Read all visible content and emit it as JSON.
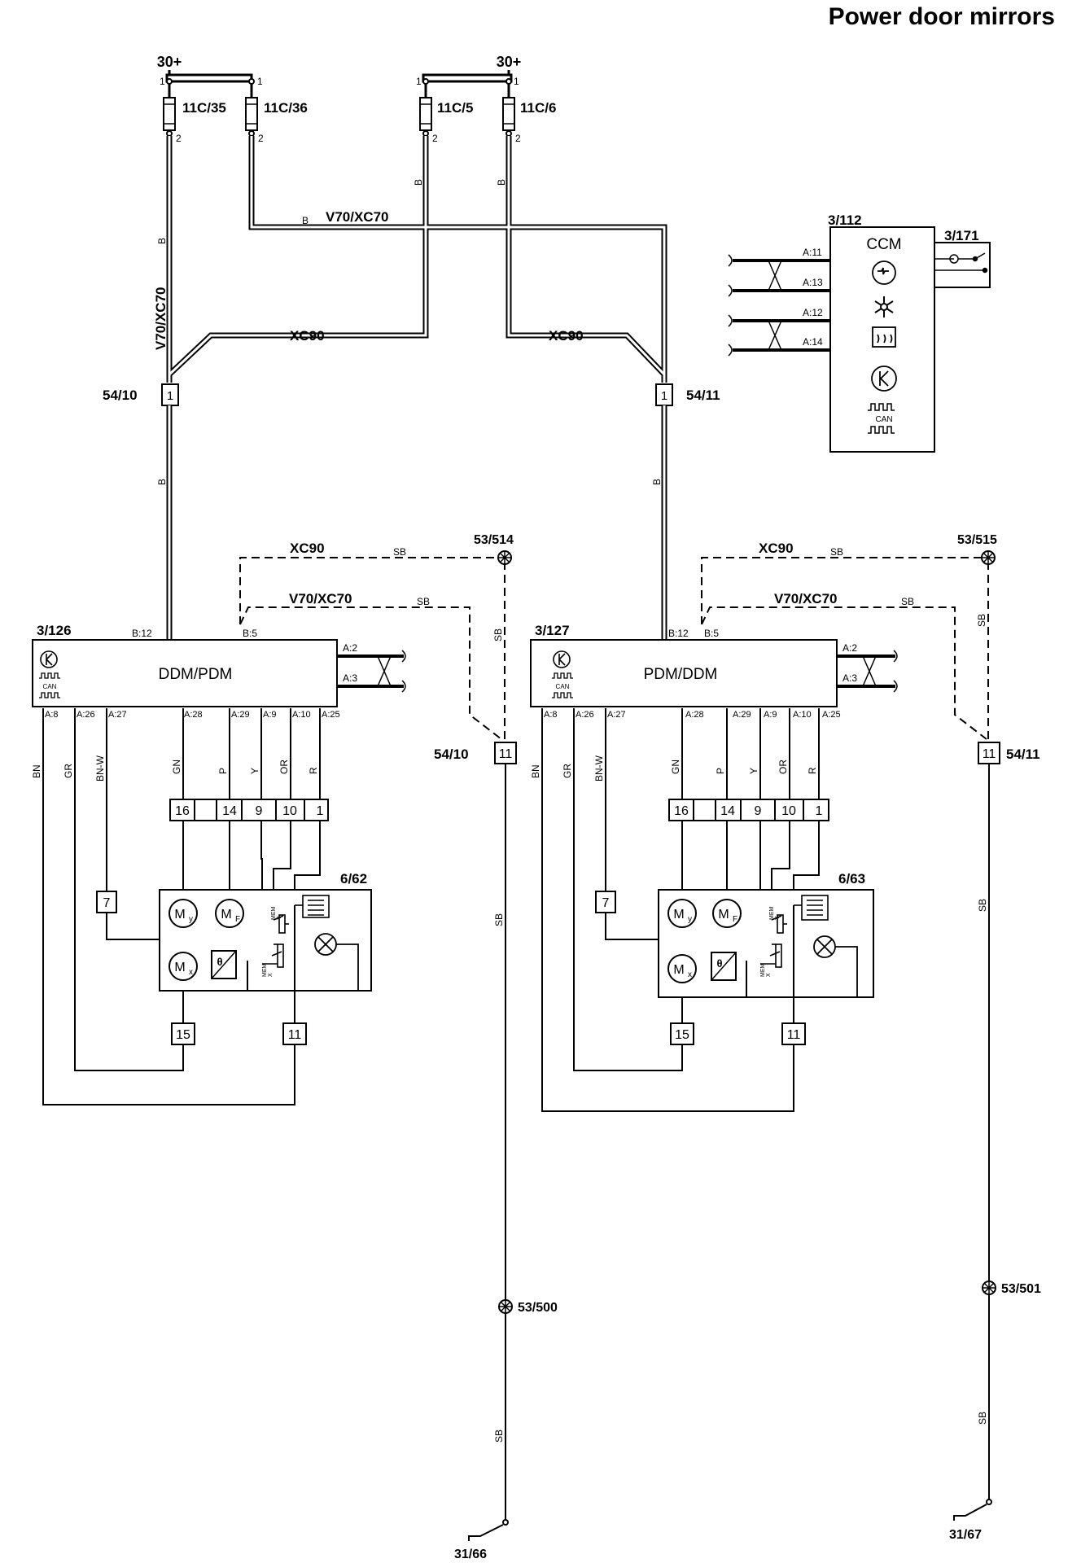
{
  "title": "Power door mirrors",
  "supply": {
    "left": "30+",
    "right": "30+"
  },
  "fuses": [
    {
      "id": "11C/35",
      "pin_top": "1",
      "pin_bottom": "2"
    },
    {
      "id": "11C/36",
      "pin_top": "1",
      "pin_bottom": "2"
    },
    {
      "id": "11C/5",
      "pin_top": "1",
      "pin_bottom": "2"
    },
    {
      "id": "11C/6",
      "pin_top": "1",
      "pin_bottom": "2"
    }
  ],
  "variants": {
    "v70_xc70": "V70/XC70",
    "xc90": "XC90"
  },
  "wire_colors": {
    "b": "B",
    "sb": "SB",
    "bn": "BN",
    "gr": "GR",
    "bnw": "BN-W",
    "gn": "GN",
    "p": "P",
    "y": "Y",
    "or": "OR",
    "r": "R"
  },
  "connectors": {
    "c5410": {
      "id": "54/10",
      "pin": "1",
      "pin2": "11"
    },
    "c5411": {
      "id": "54/11",
      "pin": "1",
      "pin2": "11"
    }
  },
  "ccm": {
    "ref": "3/112",
    "name": "CCM",
    "pins": [
      "A:11",
      "A:13",
      "A:12",
      "A:14"
    ],
    "switch_ref": "3/171",
    "can_label": "CAN"
  },
  "left_module": {
    "ref": "3/126",
    "name": "DDM/PDM",
    "can_label": "CAN",
    "top_pins": [
      "B:12",
      "B:5"
    ],
    "side_pins": [
      "A:2",
      "A:3"
    ],
    "bottom_pins": [
      "A:8",
      "A:26",
      "A:27",
      "A:28",
      "A:29",
      "A:9",
      "A:10",
      "A:25"
    ],
    "block_pins": [
      "16",
      "14",
      "9",
      "10",
      "1"
    ],
    "mirror_ref": "6/62",
    "pin7": "7",
    "pin15": "15",
    "pin11": "11"
  },
  "right_module": {
    "ref": "3/127",
    "name": "PDM/DDM",
    "can_label": "CAN",
    "top_pins": [
      "B:12",
      "B:5"
    ],
    "side_pins": [
      "A:2",
      "A:3"
    ],
    "bottom_pins": [
      "A:8",
      "A:26",
      "A:27",
      "A:28",
      "A:29",
      "A:9",
      "A:10",
      "A:25"
    ],
    "block_pins": [
      "16",
      "14",
      "9",
      "10",
      "1"
    ],
    "mirror_ref": "6/63",
    "pin7": "7",
    "pin15": "15",
    "pin11": "11"
  },
  "mirror_labels": {
    "my": "M",
    "my_sub": "y",
    "mf": "M",
    "mf_sub": "F",
    "mx": "M",
    "mx_sub": "x",
    "mem": "MEM",
    "mem_y": "Y",
    "mem_x": "X",
    "theta": "θ"
  },
  "ground_points": {
    "gp514": "53/514",
    "gp515": "53/515",
    "gp500": "53/500",
    "gp501": "53/501",
    "g3166": "31/66",
    "g3167": "31/67"
  }
}
